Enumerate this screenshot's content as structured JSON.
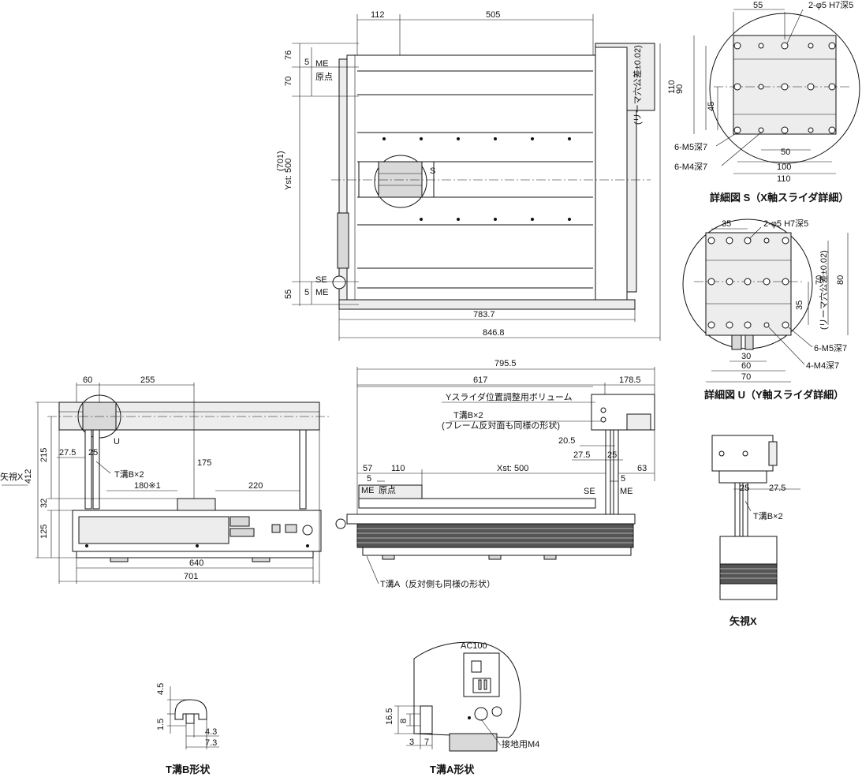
{
  "top_view": {
    "dims": {
      "w112": "112",
      "w505": "505",
      "h76": "76",
      "h5_top": "5",
      "h70": "70",
      "h701": "(701)",
      "yst": "Yst: 500",
      "h55": "55",
      "h5_bot": "5",
      "w783": "783.7",
      "w846": "846.8"
    },
    "labels": {
      "me_top": "ME",
      "origin": "原点",
      "se": "SE",
      "me_bot": "ME",
      "s": "S"
    }
  },
  "detail_s": {
    "title": "詳細図 S（X軸スライダ詳細）",
    "dims": {
      "d55": "55",
      "d110_v": "110",
      "d90": "90",
      "d90_note": "(リーマ穴公差±0.02)",
      "d45": "45",
      "d50": "50",
      "d100": "100",
      "d110_h": "110"
    },
    "notes": {
      "hole": "2-φ5  H7深5",
      "m5": "6-M5深7",
      "m4": "6-M4深7"
    }
  },
  "detail_u": {
    "title": "詳細図 U（Y軸スライダ詳細）",
    "dims": {
      "d35_top": "35",
      "d70": "70",
      "d70_note": "(リーマ穴公差±0.02)",
      "d80": "80",
      "d35_v": "35",
      "d30": "30",
      "d60": "60",
      "d70_h": "70"
    },
    "notes": {
      "hole": "2-φ5  H7深5",
      "m5": "6-M5深7",
      "m4": "4-M4深7"
    }
  },
  "front_view": {
    "dims": {
      "d60": "60",
      "d255": "255",
      "d215": "215",
      "d412": "412",
      "d27": "27.5",
      "d25": "25",
      "d175": "175",
      "d180": "180※1",
      "d220": "220",
      "d32": "32",
      "d125": "125",
      "d640": "640",
      "d701": "701"
    },
    "labels": {
      "u": "U",
      "tslot": "T溝B×2",
      "view_x": "矢視X"
    }
  },
  "side_view": {
    "dims": {
      "d795": "795.5",
      "d617": "617",
      "d178": "178.5",
      "d20": "20.5",
      "d27": "27.5",
      "d25": "25",
      "d57": "57",
      "d5a": "5",
      "d110": "110",
      "xst": "Xst: 500",
      "d5b": "5",
      "d63": "63"
    },
    "labels": {
      "me_left": "ME",
      "origin": "原点",
      "se": "SE",
      "me_right": "ME"
    },
    "notes": {
      "volume": "Yスライダ位置調整用ボリューム",
      "tslot_b": "T溝B×2",
      "frame_note": "(フレーム反対面も同様の形状)",
      "tslot_a": "T溝A（反対側も同様の形状）"
    }
  },
  "view_x": {
    "title": "矢視X",
    "dims": {
      "d25": "25",
      "d27": "27.5"
    },
    "notes": {
      "tslot": "T溝B×2"
    }
  },
  "tslot_b": {
    "title": "T溝B形状",
    "dims": {
      "d45": "4.5",
      "d15": "1.5",
      "d43": "4.3",
      "d73": "7.3"
    }
  },
  "tslot_a": {
    "title": "T溝A形状",
    "dims": {
      "d165": "16.5",
      "d8": "8",
      "d3": "3",
      "d7": "7"
    },
    "labels": {
      "ac": "AC100",
      "ground": "接地用M4"
    }
  }
}
